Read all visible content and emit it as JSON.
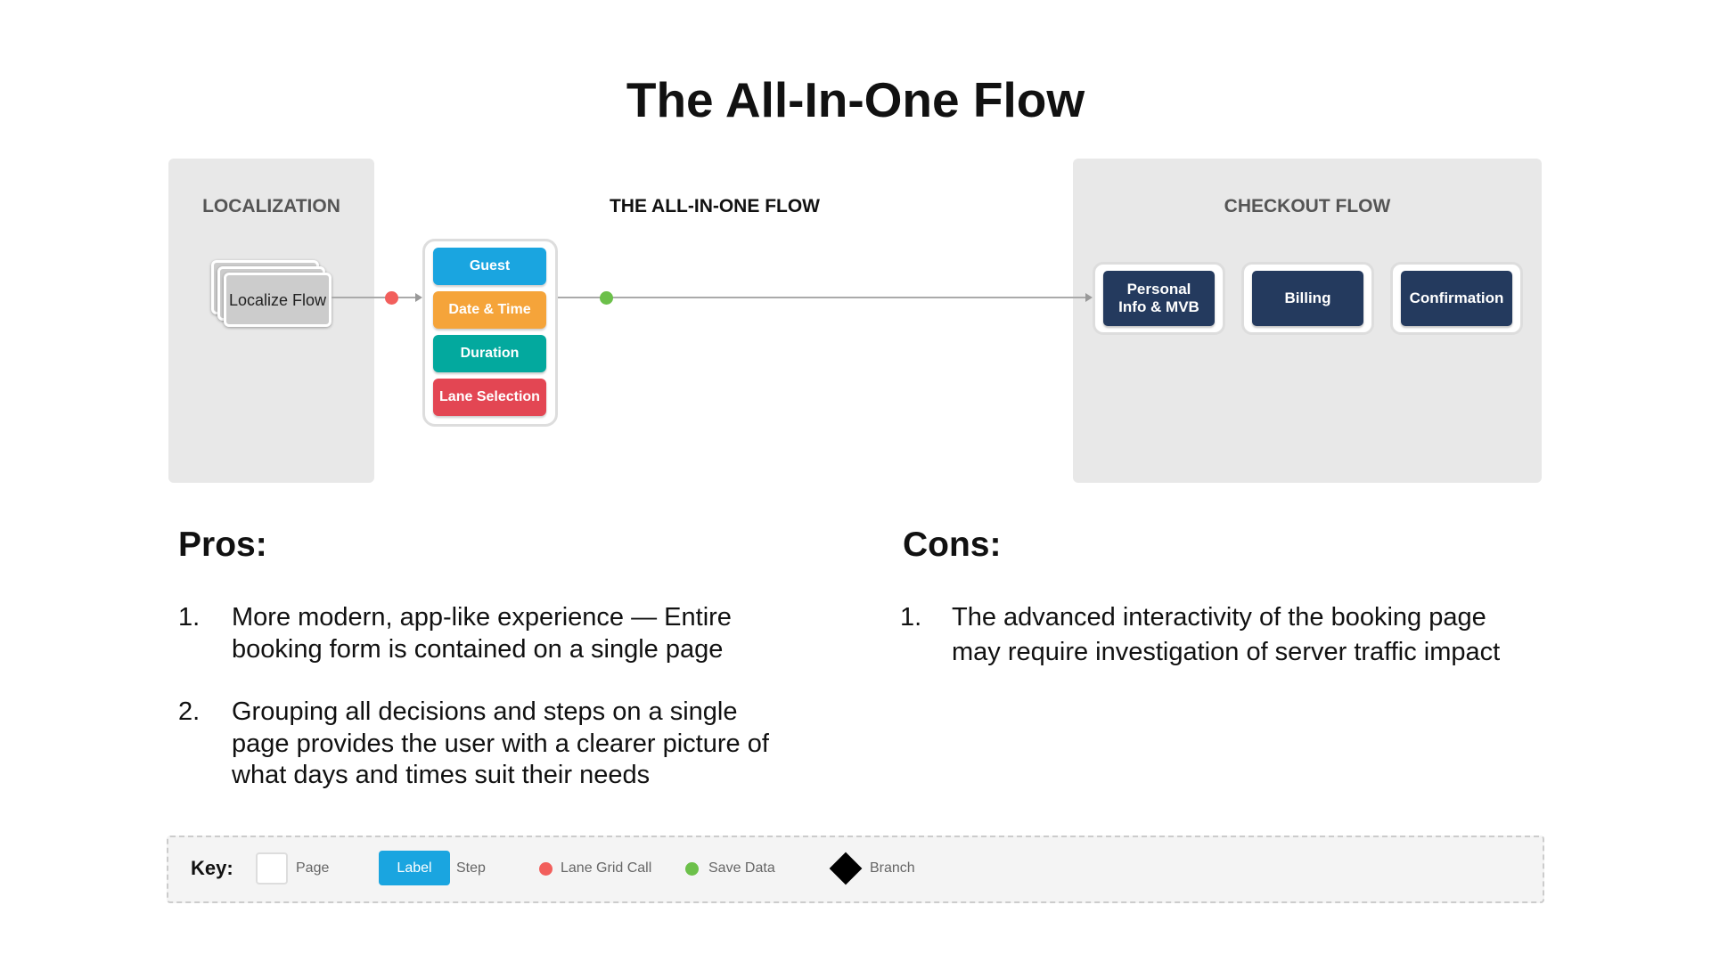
{
  "title": "The All-In-One Flow",
  "localization": {
    "label": "LOCALIZATION",
    "card": "Localize Flow"
  },
  "all_in_one": {
    "label": "THE ALL-IN-ONE FLOW",
    "steps": [
      {
        "label": "Guest",
        "color": "#1aa5e0"
      },
      {
        "label": "Date & Time",
        "color": "#f5a43a"
      },
      {
        "label": "Duration",
        "color": "#03a99e"
      },
      {
        "label": "Lane Selection",
        "color": "#e34653"
      }
    ]
  },
  "checkout": {
    "label": "CHECKOUT FLOW",
    "pages": [
      "Personal Info & MVB",
      "Billing",
      "Confirmation"
    ]
  },
  "pros": {
    "heading": "Pros:",
    "items": [
      {
        "num": "1.",
        "text": "More modern, app-like experience — Entire booking form is contained on a single page"
      },
      {
        "num": "2.",
        "text": "Grouping all decisions and steps on a single page provides the user with a clearer picture of what days and times suit their needs"
      }
    ]
  },
  "cons": {
    "heading": "Cons:",
    "items": [
      {
        "num": "1.",
        "text": "The advanced interactivity of the booking page may require investigation of server traffic impact"
      }
    ]
  },
  "key": {
    "label": "Key:",
    "page": "Page",
    "step_button": "Label",
    "step": "Step",
    "lane_grid_call": "Lane Grid Call",
    "save_data": "Save Data",
    "branch": "Branch"
  },
  "colors": {
    "lane_grid_call": "#f25f5c",
    "save_data": "#6cc04a",
    "step": "#1aa5e0"
  }
}
